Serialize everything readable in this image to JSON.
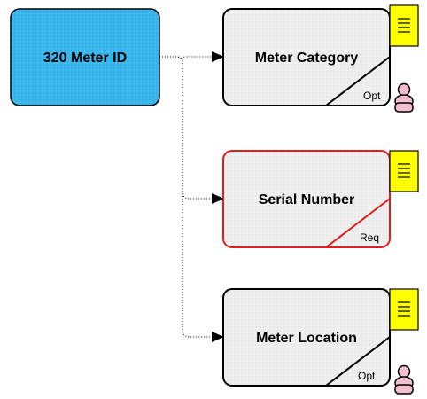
{
  "root": {
    "label": "320 Meter ID",
    "fill": "#38b6ed"
  },
  "children": [
    {
      "label": "Meter Category",
      "tag": "Opt",
      "has_note": true,
      "has_person": true
    },
    {
      "label": "Serial Number",
      "tag": "Req",
      "has_note": true,
      "has_person": false
    },
    {
      "label": "Meter Location",
      "tag": "Opt",
      "has_note": true,
      "has_person": true
    }
  ],
  "colors": {
    "root_fill": "#38b6ed",
    "child_fill": "#eeeeee",
    "required_border": "#e21b1b",
    "optional_border": "#000000",
    "note_fill": "#ffff00",
    "person_fill": "#f4bfcf"
  },
  "icons": {
    "note": "note-icon",
    "person": "person-icon"
  }
}
